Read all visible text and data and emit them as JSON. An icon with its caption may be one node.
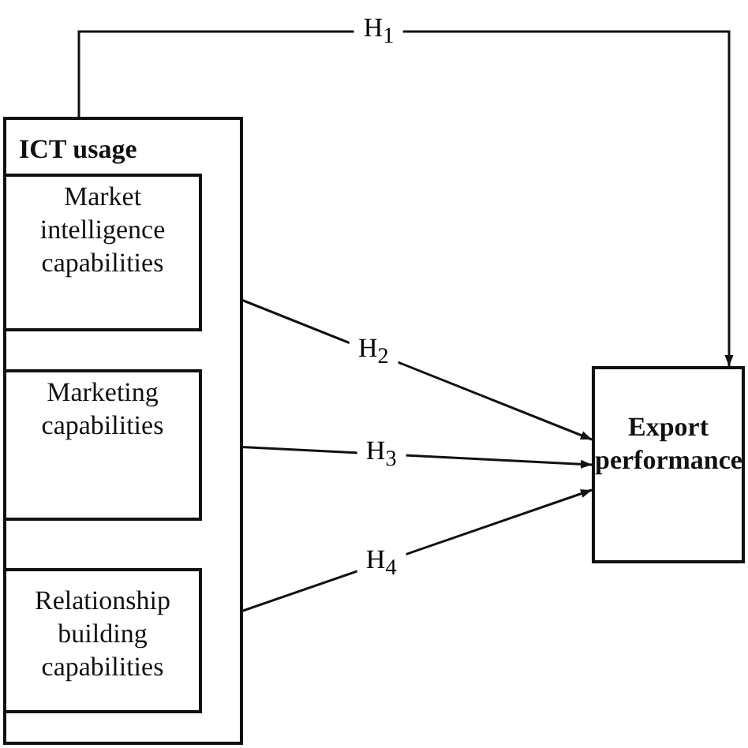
{
  "diagram": {
    "nodes": [
      {
        "text": [
          "ICT usage"
        ]
      },
      {
        "text": [
          "Market intelligence capabilities"
        ],
        "in": 0
      },
      {
        "text": [
          "Marketing capabilities"
        ],
        "in": 0
      },
      {
        "text": [
          "Relationship building capabilities"
        ],
        "in": 0
      },
      {
        "text": [
          "Export performance"
        ]
      }
    ],
    "edges": [
      {
        "from": 0,
        "to": 4,
        "arrow": "to",
        "label": "H$_{1}$"
      },
      {
        "from": 1,
        "to": 4,
        "arrow": "to",
        "label": "H$_{2}$"
      },
      {
        "from": 2,
        "to": 4,
        "arrow": "to",
        "label": "H$_{3}$"
      },
      {
        "from": 3,
        "to": 4,
        "arrow": "to",
        "label": "H$_{4}$"
      }
    ]
  }
}
